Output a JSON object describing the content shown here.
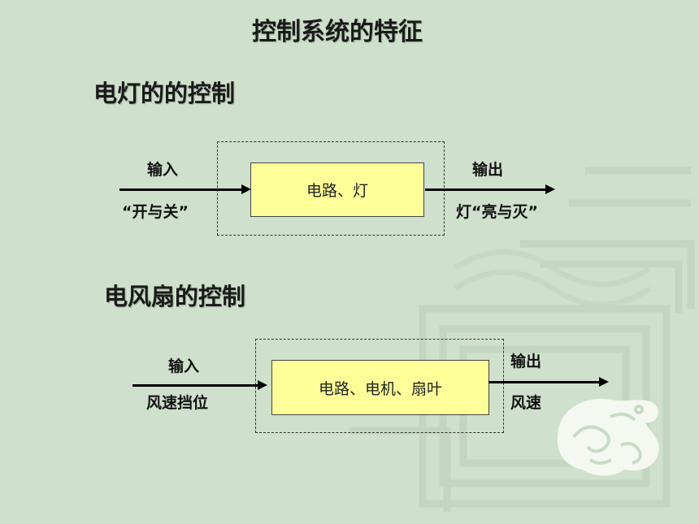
{
  "slide": {
    "title": "控制系统的特征",
    "section1": {
      "heading": "电灯的的控制",
      "input_label": "输入",
      "input_value": "“开与关”",
      "process": "电路、灯",
      "output_label": "输出",
      "output_value": "灯“亮与灭”"
    },
    "section2": {
      "heading": "电风扇的控制",
      "input_label": "输入",
      "input_value": "风速挡位",
      "process": "电路、电机、扇叶",
      "output_label": "输出",
      "output_value": "风速"
    }
  },
  "colors": {
    "background": "#cfe0cc",
    "process_box": "#ffff99"
  }
}
